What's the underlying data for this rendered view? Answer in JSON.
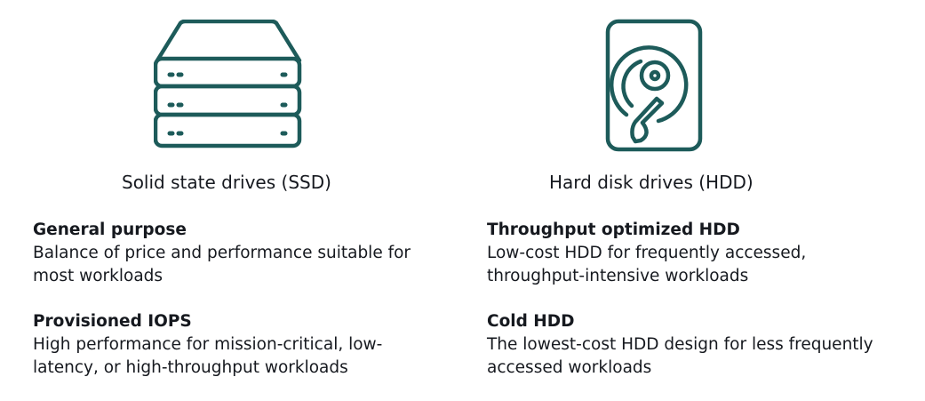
{
  "colors": {
    "icon_stroke": "#1d5b5a",
    "text": "#16191f",
    "background": "#ffffff"
  },
  "ssd": {
    "icon": "server-stack-icon",
    "heading": "Solid state drives (SSD)",
    "items": [
      {
        "title": "General purpose",
        "line1": "Balance of price and performance suitable for",
        "line2": "most workloads"
      },
      {
        "title": "Provisioned IOPS",
        "line1": "High performance for mission-critical, low-",
        "line2": "latency, or high-throughput workloads"
      }
    ]
  },
  "hdd": {
    "icon": "hard-disk-icon",
    "heading": "Hard disk drives (HDD)",
    "items": [
      {
        "title": "Throughput optimized HDD",
        "line1": "Low-cost HDD for frequently accessed,",
        "line2": "throughput-intensive workloads"
      },
      {
        "title": "Cold HDD",
        "line1": "The lowest-cost HDD design for less frequently",
        "line2": "accessed workloads"
      }
    ]
  }
}
